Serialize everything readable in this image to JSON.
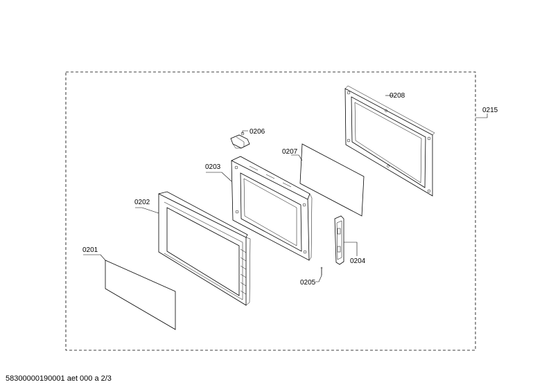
{
  "callouts": {
    "c0201": "0201",
    "c0202": "0202",
    "c0203": "0203",
    "c0204": "0204",
    "c0205": "0205",
    "c0206": "0206",
    "c0207": "0207",
    "c0208": "0208",
    "c0215": "0215"
  },
  "footer": {
    "doc_id": "58300000190001 aet 000 a 2/3"
  }
}
